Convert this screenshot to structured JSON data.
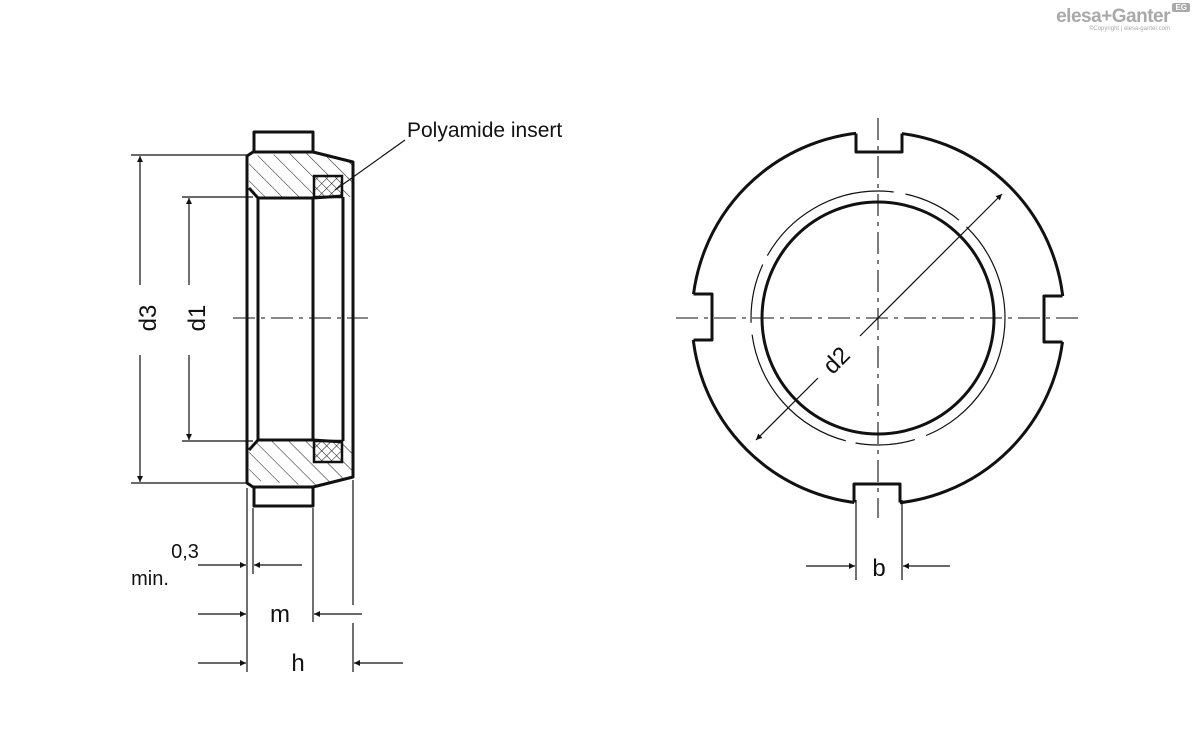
{
  "logo": {
    "brand": "elesa+Ganter",
    "badge": "EG",
    "copyright": "©Copyright | elesa-ganter.com"
  },
  "side_view": {
    "insert_label": "Polyamide insert",
    "d3": "d3",
    "d1": "d1",
    "min_value": "0,3",
    "min_label": "min.",
    "m": "m",
    "h": "h"
  },
  "front_view": {
    "d2": "d2",
    "b": "b"
  }
}
